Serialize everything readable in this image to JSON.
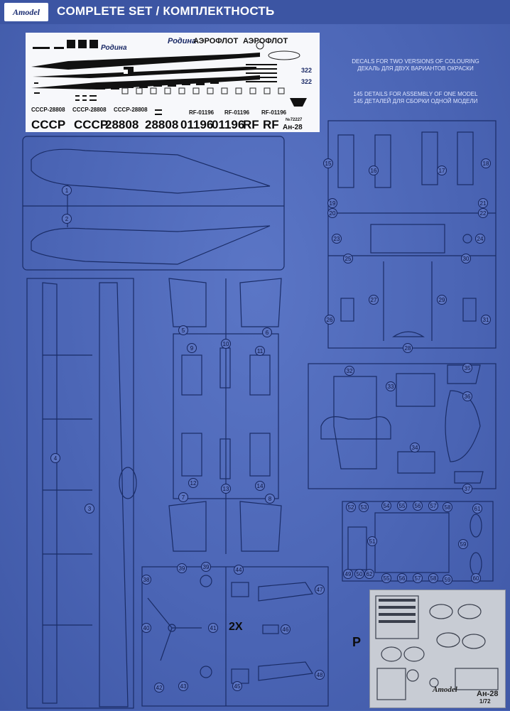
{
  "header": {
    "brand": "Amodel",
    "title": "COMPLETE SET / КОМПЛЕКТНОСТЬ"
  },
  "info": {
    "decals_en": "DECALS FOR TWO VERSIONS OF COLOURING",
    "decals_ru": "ДЕКАЛЬ ДЛЯ ДВУХ ВАРИАНТОВ ОКРАСКИ",
    "details_en": "145 DETAILS FOR ASSEMBLY OF ONE MODEL",
    "details_ru": "145 ДЕТАЛЕЙ ДЛЯ СБОРКИ ОДНОЙ МОДЕЛИ"
  },
  "decal": {
    "rodina1": "Родина",
    "rodina2": "Родина",
    "aeroflot1": "АЭРОФЛОТ",
    "aeroflot2": "АЭРОФЛОТ",
    "num_322a": "322",
    "num_322b": "322",
    "reg_a": "СССР-28808",
    "reg_b": "СССР-28808",
    "reg_c": "СССР-28808",
    "rf_a": "RF-01196",
    "rf_b": "RF-01196",
    "rf_c": "RF-01196",
    "big_row": [
      "СССР",
      "СССР",
      "28808",
      "28808",
      "01196",
      "01196",
      "RF",
      "RF"
    ],
    "type": "Ан-28",
    "catalog": "№72227"
  },
  "two_x": "2X",
  "pe": {
    "letter": "P",
    "brand": "Amodel",
    "model": "Ан-28",
    "scale": "1/72"
  },
  "parts": [
    "1",
    "2",
    "3",
    "4",
    "5",
    "6",
    "7",
    "8",
    "9",
    "10",
    "11",
    "12",
    "13",
    "14",
    "15",
    "16",
    "17",
    "18",
    "19",
    "20",
    "21",
    "22",
    "23",
    "24",
    "25",
    "26",
    "27",
    "28",
    "29",
    "30",
    "31",
    "32",
    "33",
    "34",
    "35",
    "36",
    "37",
    "38",
    "39",
    "39",
    "40",
    "41",
    "42",
    "43",
    "44",
    "45",
    "46",
    "47",
    "48",
    "49",
    "50",
    "51",
    "52",
    "53",
    "54",
    "55",
    "55",
    "56",
    "56",
    "57",
    "57",
    "58",
    "58",
    "59",
    "59",
    "60",
    "61",
    "62",
    "51"
  ],
  "colors": {
    "background": "#4a66b8",
    "sprue_line": "#1a2c66",
    "header": "#3c55a3",
    "decal_sheet": "#f7f8fb"
  }
}
